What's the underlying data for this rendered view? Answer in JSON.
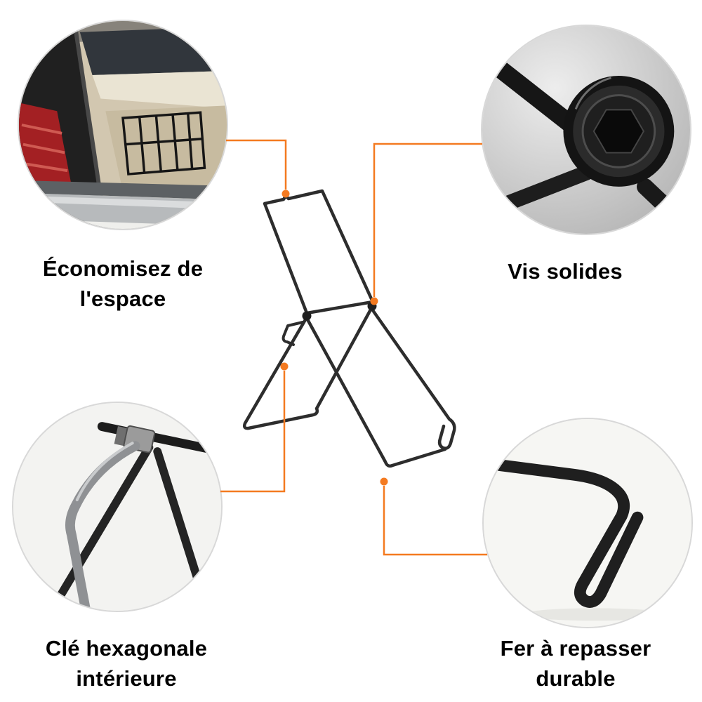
{
  "page": {
    "background": "#ffffff",
    "accent_color": "#f47a20",
    "wire_color": "#2d2d2d",
    "text_color": "#000000"
  },
  "product": {
    "name": "folding-wire-stand"
  },
  "callouts": {
    "top_left": {
      "label": "Économisez de\nl'espace",
      "icon": "car-trunk-photo"
    },
    "top_right": {
      "label": "Vis solides",
      "icon": "screw-closeup-photo"
    },
    "bottom_left": {
      "label": "Clé hexagonale\nintérieure",
      "icon": "hex-key-photo"
    },
    "bottom_right": {
      "label": "Fer à repasser\ndurable",
      "icon": "bent-wire-photo"
    }
  }
}
